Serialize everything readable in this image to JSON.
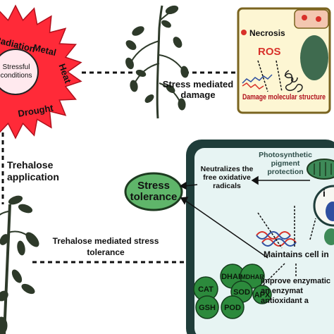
{
  "stressors": {
    "center": "Stressful conditions",
    "items": [
      "Radiation",
      "Metal",
      "Heat",
      "Drought"
    ]
  },
  "pathway": {
    "damage_label": "Stress mediated damage",
    "trehalose_label": "Trehalose application",
    "tolerance_route_label": "Trehalose mediated stress tolerance"
  },
  "damage_panel": {
    "necrosis": "Necrosis",
    "ros": "ROS",
    "damage": "Damage molecular structure"
  },
  "tolerance": {
    "label": "Stress tolerance"
  },
  "mechanism_panel": {
    "photo_label": "Photosynthetic pigment protection",
    "radical_label": "Neutralizes the free oxidative radicals",
    "membrane_label": "Maintains cell in",
    "enzyme_label": "Improve enzymatic an enzymat antioxidant a",
    "cell_letter": "i",
    "enzymes": [
      "DHAR",
      "MDHAR",
      "CAT",
      "SOD",
      "APX",
      "GSH",
      "POD"
    ]
  },
  "colors": {
    "starburst": "#ff2a38",
    "starburst_inner": "#ffe9ee",
    "panel_fill": "#fdf6d3",
    "panel_border": "#7a6420",
    "cell_outer": "#1f3d3a",
    "cell_inner": "#e7f4f3",
    "tolerance_fill": "#5fb56a",
    "enzyme_fill": "#2c8a3c",
    "chloroplast": "#3e8a58",
    "dna_red": "#d8312a",
    "dna_blue": "#2f4fa0",
    "plant": "#2e3a2a"
  }
}
